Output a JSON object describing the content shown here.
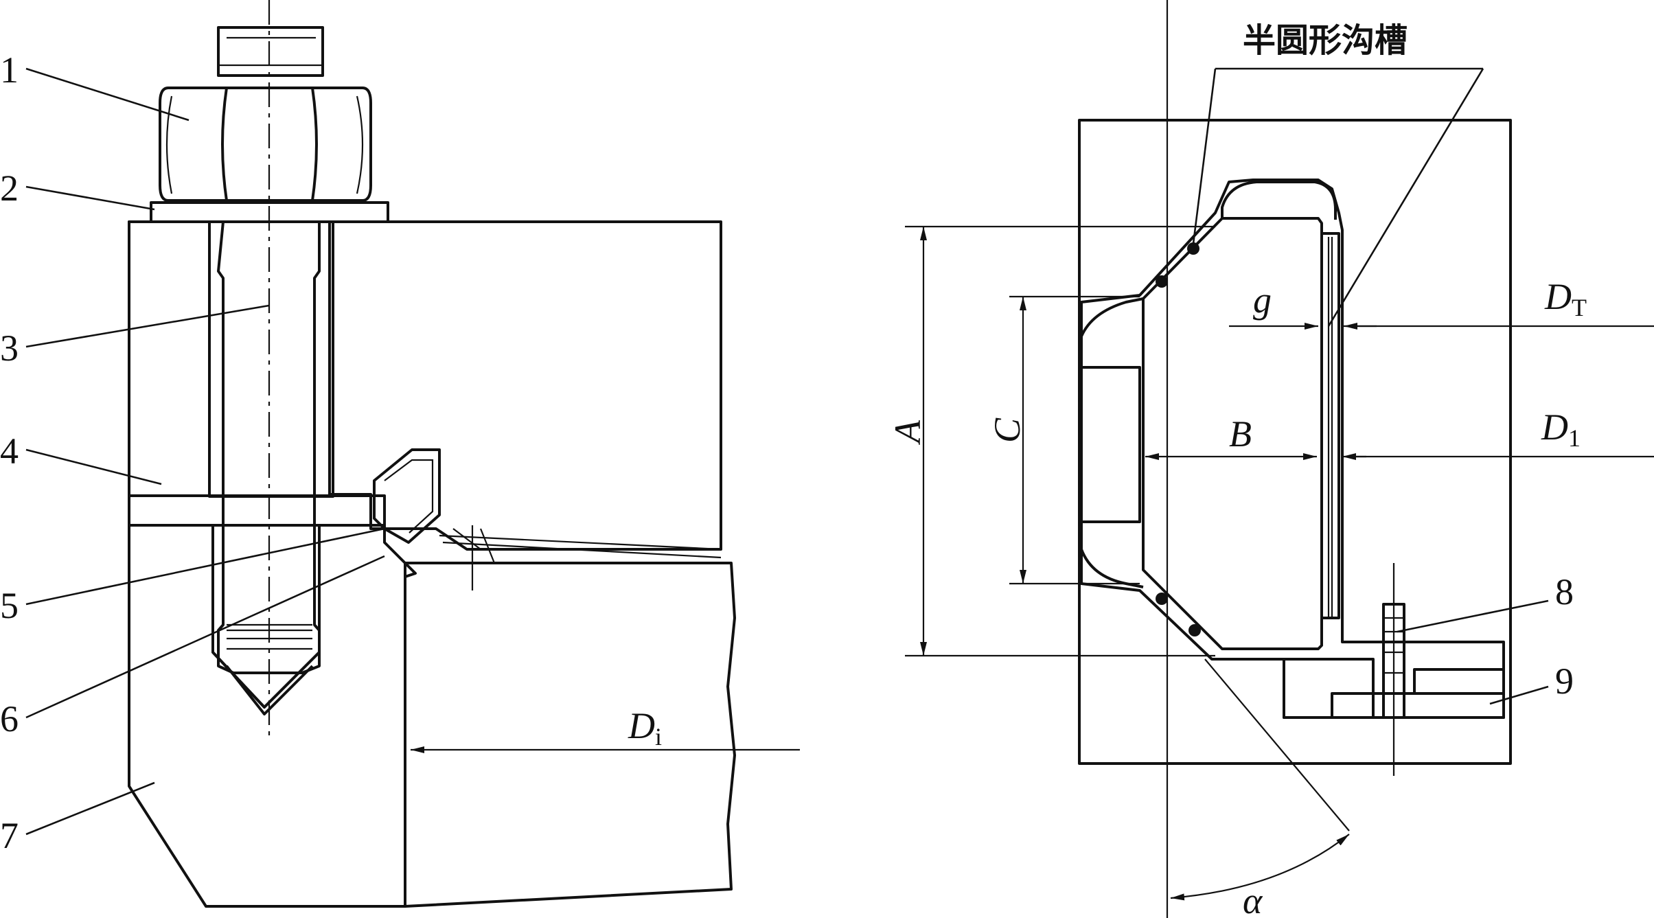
{
  "left_view": {
    "part_labels": [
      "1",
      "2",
      "3",
      "4",
      "5",
      "6",
      "7"
    ],
    "dimension_Di": {
      "main": "D",
      "sub": "i"
    }
  },
  "right_view": {
    "groove_label": "半圆形沟槽",
    "part_labels": [
      "8",
      "9"
    ],
    "dim_A": "A",
    "dim_C": "C",
    "dim_B": "B",
    "dim_g": "g",
    "dim_DT": {
      "main": "D",
      "sub": "T"
    },
    "dim_D1": {
      "main": "D",
      "sub": "1"
    },
    "dim_alpha": "α"
  }
}
